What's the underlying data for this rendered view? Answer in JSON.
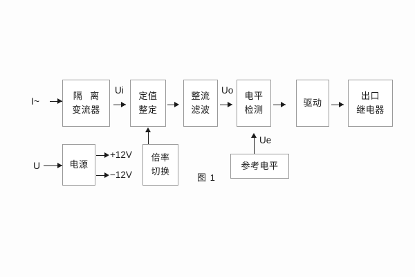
{
  "figure": {
    "caption": "图 1",
    "blocks": [
      {
        "id": "isolation-ct",
        "line1": "隔 离",
        "line2": "变流器"
      },
      {
        "id": "setting-value",
        "line1": "定值",
        "line2": "整定"
      },
      {
        "id": "rectify-filter",
        "line1": "整流",
        "line2": "滤波"
      },
      {
        "id": "level-detect",
        "line1": "电平",
        "line2": "检测"
      },
      {
        "id": "drive",
        "line1": "驱动",
        "line2": ""
      },
      {
        "id": "output-relay",
        "line1": "出口",
        "line2": "继电器"
      },
      {
        "id": "power-supply",
        "line1": "电源",
        "line2": ""
      },
      {
        "id": "ratio-switch",
        "line1": "倍率",
        "line2": "切换"
      },
      {
        "id": "reference-level",
        "line1": "参考电平",
        "line2": ""
      }
    ],
    "terminals": {
      "current_input": "I~",
      "voltage_input": "U"
    },
    "signals": {
      "ui": "Ui",
      "uo": "Uo",
      "ue": "Ue"
    },
    "supply_rails": {
      "positive": "+12V",
      "negative": "−12V"
    },
    "colors": {
      "background": "#fdfdfd",
      "box_border": "#9a9a9a",
      "box_fill": "#ffffff",
      "line": "#1b1b1b",
      "text": "#1b1b1b"
    }
  }
}
